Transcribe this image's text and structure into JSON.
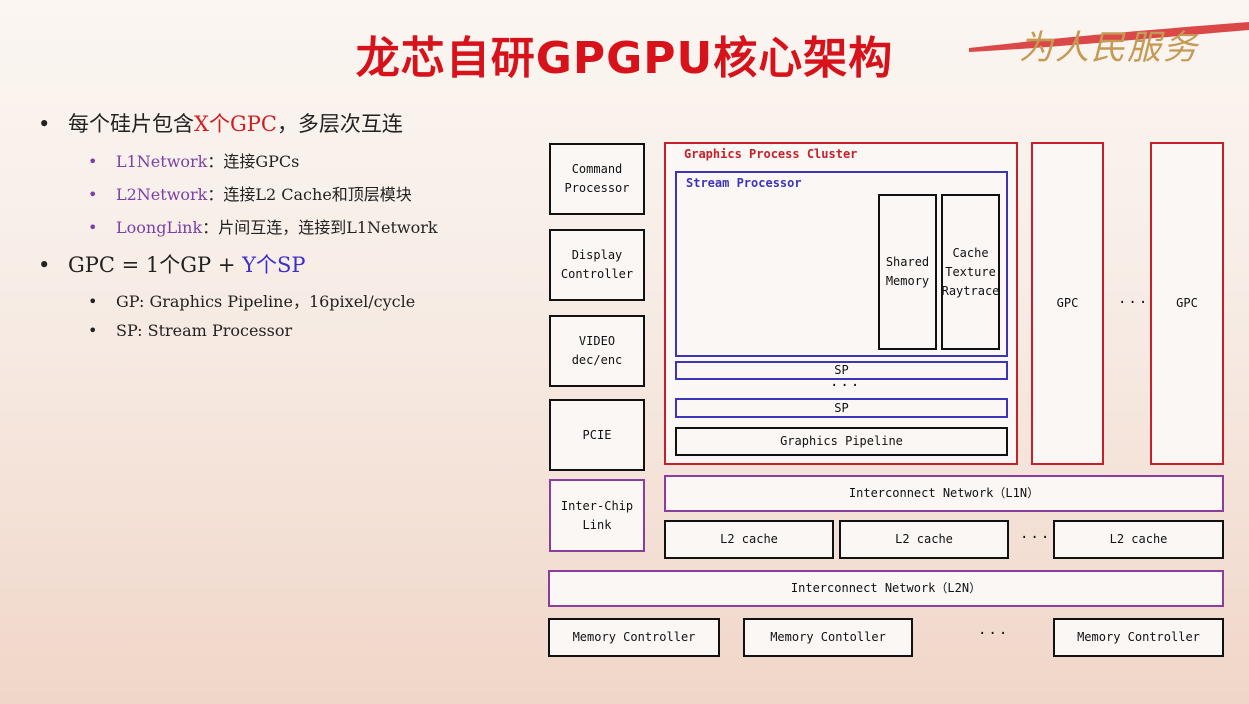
{
  "slide": {
    "title": "龙芯自研GPGPU核心架构",
    "logo_text": "为人民服务"
  },
  "bullets": {
    "b1": {
      "prefix": "每个硅片包含",
      "highlight": "X个GPC",
      "suffix": "，多层次互连"
    },
    "b1_1": {
      "highlight": "L1Network",
      "text": "：连接GPCs"
    },
    "b1_2": {
      "highlight": "L2Network",
      "text": "：连接L2 Cache和顶层模块"
    },
    "b1_3": {
      "highlight": "LoongLink",
      "text": "：片间互连，连接到L1Network"
    },
    "b2": {
      "prefix": "GPC = 1个GP + ",
      "highlight": "Y个SP"
    },
    "b2_1": {
      "text": "GP: Graphics Pipeline，16pixel/cycle"
    },
    "b2_2": {
      "text": "SP: Stream Processor"
    },
    "bullet_char": "•"
  },
  "diagram": {
    "left_blocks": {
      "command": [
        "Command",
        "Processor"
      ],
      "display": [
        "Display",
        "Controller"
      ],
      "video": [
        "VIDEO",
        "dec/enc"
      ],
      "pcie": "PCIE",
      "interchip": [
        "Inter-Chip",
        "Link"
      ]
    },
    "gpc": {
      "title": "Graphics Process Cluster",
      "sp_title": "Stream Processor",
      "shared_memory": [
        "Shared",
        "Memory"
      ],
      "cache": [
        "Cache",
        "Texture",
        "Raytrace"
      ],
      "sp1": "SP",
      "sp_dots": "···",
      "sp2": "SP",
      "graphics_pipeline": "Graphics Pipeline"
    },
    "gpc_box_a": "GPC",
    "gpc_dots": "···",
    "gpc_box_b": "GPC",
    "l1n": "Interconnect Network（L1N）",
    "l2cache": [
      "L2 cache",
      "L2 cache",
      "L2 cache"
    ],
    "l2_dots": "···",
    "l2n": "Interconnect Network（L2N）",
    "memory": [
      "Memory Controller",
      "Memory Contoller",
      "Memory Controller"
    ],
    "mem_dots": "···"
  },
  "colors": {
    "title_red": "#d8121b",
    "gpc_red": "#c8202a",
    "sp_blue": "#3d35b8",
    "network_purple": "#8a3d9c"
  }
}
